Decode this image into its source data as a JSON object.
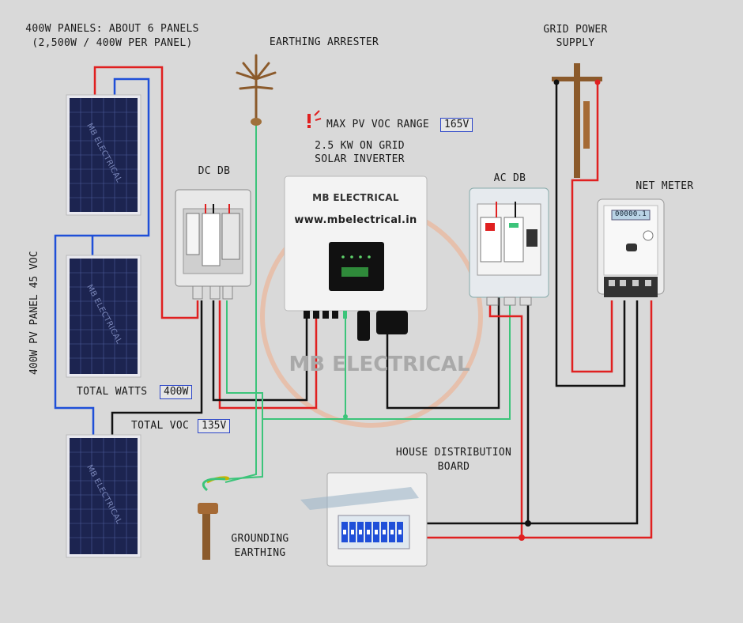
{
  "labels": {
    "panels_title_1": "400W PANELS: ABOUT 6 PANELS",
    "panels_title_2": "(2,500W / 400W PER PANEL)",
    "earthing_arrester": "EARTHING ARRESTER",
    "grid_power_1": "GRID POWER",
    "grid_power_2": "SUPPLY",
    "max_pv_voc": "MAX PV VOC RANGE",
    "max_pv_voc_value": "165V",
    "inverter_1": "2.5 KW ON GRID",
    "inverter_2": "SOLAR INVERTER",
    "dc_db": "DC DB",
    "ac_db": "AC DB",
    "net_meter": "NET METER",
    "panel_voc_vertical": "400W PV PANEL 45 VOC",
    "total_watts": "TOTAL WATTS",
    "total_watts_value": "400W",
    "total_voc": "TOTAL VOC",
    "total_voc_value": "135V",
    "house_db_1": "HOUSE DISTRIBUTION",
    "house_db_2": "BOARD",
    "grounding_1": "GROUNDING",
    "grounding_2": "EARTHING"
  },
  "inverter": {
    "brand": "MB ELECTRICAL",
    "url": "www.mbelectrical.in"
  },
  "panel_watermark": "MB ELECTRICAL",
  "meter_display": "00000.1",
  "watermark": {
    "title": "MB ELECTRICAL"
  },
  "colors": {
    "background": "#d9d9d9",
    "wire_red": "#e02020",
    "wire_blue": "#1f4fd8",
    "wire_black": "#111111",
    "wire_green": "#3cc47a",
    "value_box_border": "#2b45c8",
    "panel_cell": "#1c2450"
  }
}
